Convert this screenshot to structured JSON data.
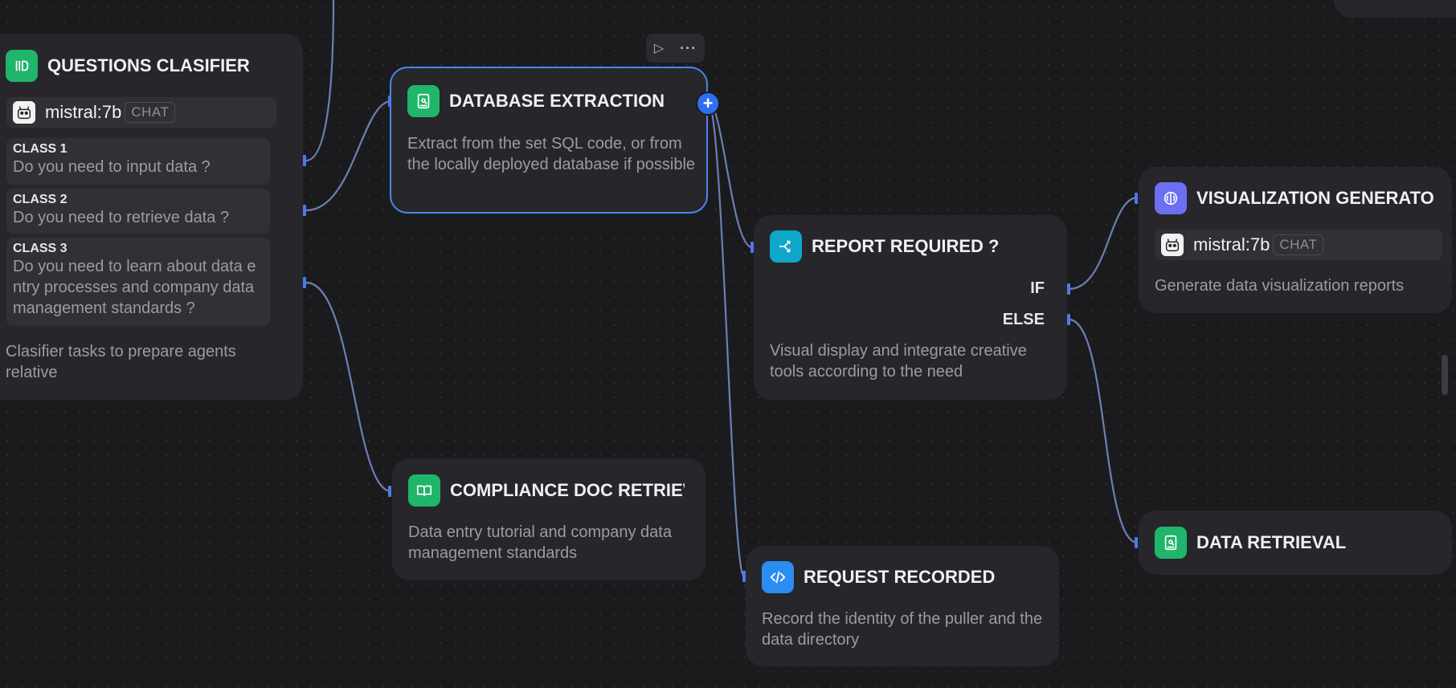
{
  "colors": {
    "canvas_bg": "#1b1b1e",
    "node_bg": "#26262b",
    "edge": "#6c7fb0",
    "handle": "#4a7be8",
    "selected_border": "#4c86f0",
    "green": "#1fb56a",
    "teal": "#0ea7c9",
    "blue": "#2b8cf2",
    "purple": "#6b6ff0"
  },
  "nodes": {
    "questions_classifier": {
      "title": "QUESTIONS CLASIFIER",
      "icon": "classifier-icon",
      "model": "mistral:7b",
      "model_chip": "CHAT",
      "classes": [
        {
          "title": "CLASS 1",
          "question": "Do you need to input data ?"
        },
        {
          "title": "CLASS 2",
          "question": "Do you need to retrieve data ?"
        },
        {
          "title": "CLASS 3",
          "question": "Do you need to learn about data entry processes and company data management standards ?"
        }
      ],
      "description": "Clasifier tasks to prepare agents relative"
    },
    "database_extraction": {
      "title": "DATABASE EXTRACTION",
      "icon": "database-file-icon",
      "description": "Extract from the set SQL code, or from the locally deployed database if possible"
    },
    "compliance_doc": {
      "title": "COMPLIANCE DOC RETRIEV",
      "icon": "book-open-icon",
      "description": "Data entry tutorial and company data management standards"
    },
    "report_required": {
      "title": "REPORT REQUIRED ?",
      "icon": "branch-icon",
      "if_label": "IF",
      "else_label": "ELSE",
      "description": "Visual display and integrate creative tools according to the need"
    },
    "request_recorded": {
      "title": "REQUEST RECORDED",
      "icon": "code-icon",
      "description": "Record the identity of the puller and the data directory"
    },
    "visualization": {
      "title": "VISUALIZATION GENERATO",
      "icon": "brain-icon",
      "model": "mistral:7b",
      "model_chip": "CHAT",
      "description": "Generate data visualization reports"
    },
    "data_retrieval": {
      "title": "DATA RETRIEVAL",
      "icon": "database-file-icon"
    }
  },
  "toolbar": {
    "run_icon": "play-icon",
    "more_icon": "more-horizontal-icon",
    "add_icon": "plus-icon"
  }
}
